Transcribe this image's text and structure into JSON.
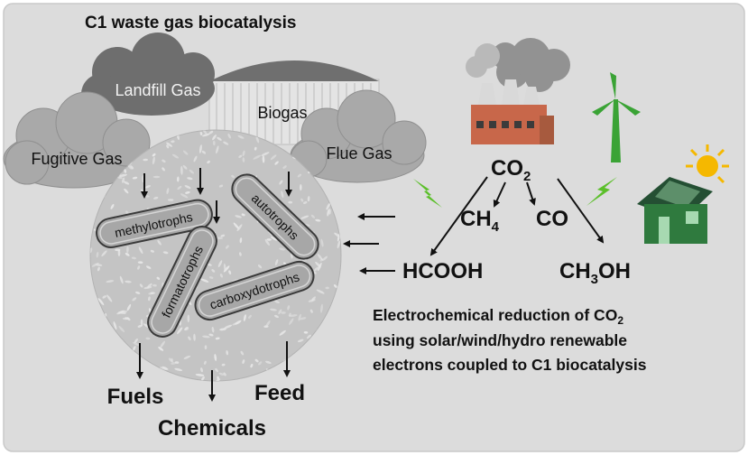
{
  "title": "C1 waste gas biocatalysis",
  "gases": {
    "landfill": "Landfill Gas",
    "biogas": "Biogas",
    "fugitive": "Fugitive Gas",
    "flue": "Flue Gas"
  },
  "microbes": {
    "methylotrophs": "methylotrophs",
    "autotrophs": "autotrophs",
    "formatotrophs": "formatotrophs",
    "carboxydotrophs": "carboxydotrophs"
  },
  "molecules": {
    "co2_main": "CO",
    "co2_sub": "2",
    "ch4_main": "CH",
    "ch4_sub": "4",
    "co": "CO",
    "hcooh": "HCOOH",
    "ch3oh_a": "CH",
    "ch3oh_sub": "3",
    "ch3oh_b": "OH"
  },
  "caption": {
    "line1_main": "Electrochemical reduction of CO",
    "line1_sub": "2",
    "line2": "using solar/wind/hydro renewable",
    "line3": "electrons coupled to C1 biocatalysis"
  },
  "products": {
    "fuels": "Fuels",
    "feed": "Feed",
    "chemicals": "Chemicals"
  },
  "colors": {
    "frame_bg": "#dcdcdc",
    "cloud_light": "#a9a9a9",
    "cloud_dark": "#6e6e6e",
    "sphere": "#c2c2c2",
    "lightning": "#5bbf2a",
    "turbine": "#3aa335",
    "house": "#2f7a3e",
    "sun": "#f5b800"
  }
}
